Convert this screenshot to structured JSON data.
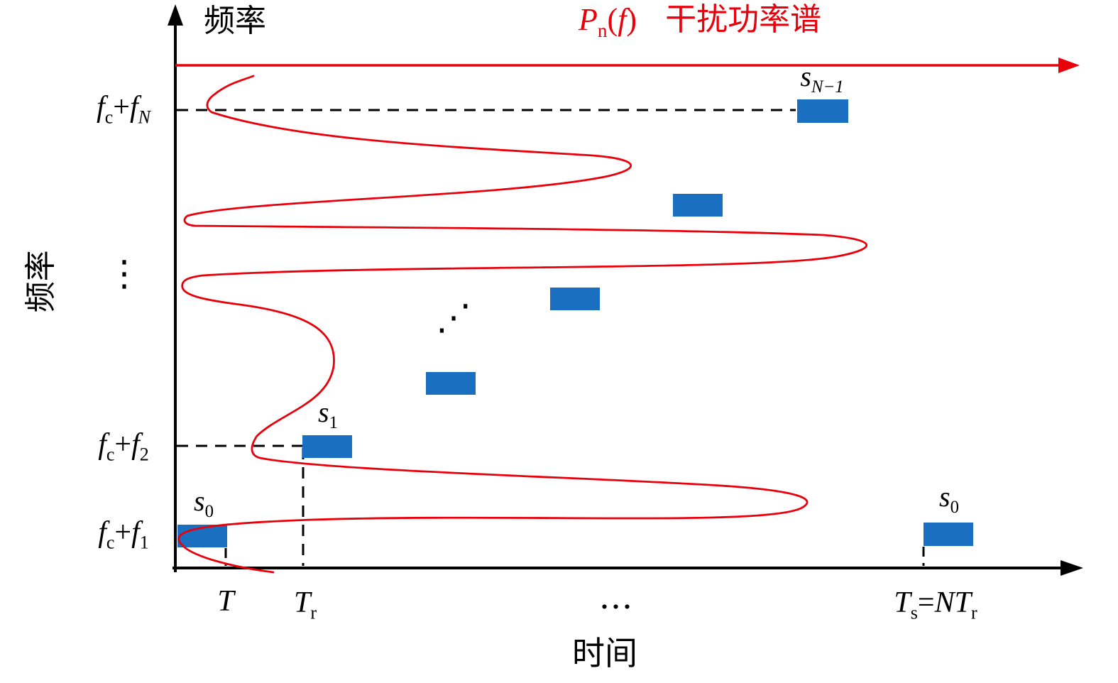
{
  "colors": {
    "red": "#e8000b",
    "blue": "#1b6fc0",
    "black": "#000000"
  },
  "titles": {
    "y_axis_top": "频率",
    "y_axis_side": "频率",
    "x_axis": "时间"
  },
  "spectrum_label": {
    "P": "P",
    "n": "n",
    "open": "(",
    "f": "f",
    "close": ")",
    "text": "干扰功率谱"
  },
  "y_ticks": [
    {
      "f1": "f",
      "s1": "c",
      "op": "+",
      "f2": "f",
      "s2": "N"
    },
    {
      "f1": "f",
      "s1": "c",
      "op": "+",
      "f2": "f",
      "s2": "2"
    },
    {
      "f1": "f",
      "s1": "c",
      "op": "+",
      "f2": "f",
      "s2": "1"
    }
  ],
  "x_ticks": {
    "T": {
      "base": "T"
    },
    "Tr": {
      "base": "T",
      "sub": "r"
    },
    "dots": "...",
    "Ts": {
      "t1": "T",
      "s1": "s",
      "eq": "=",
      "N": "N",
      "t2": "T",
      "s2": "r"
    }
  },
  "pulse_labels": {
    "s0": {
      "base": "s",
      "sub": "0"
    },
    "s1": {
      "base": "s",
      "sub": "1"
    },
    "sN1": {
      "base": "s",
      "sub": "N−1"
    },
    "s0_repeat": {
      "base": "s",
      "sub": "0"
    }
  },
  "dots": {
    "vertical": "⋮",
    "diagonal": "⋰",
    "horizontal": "..."
  }
}
